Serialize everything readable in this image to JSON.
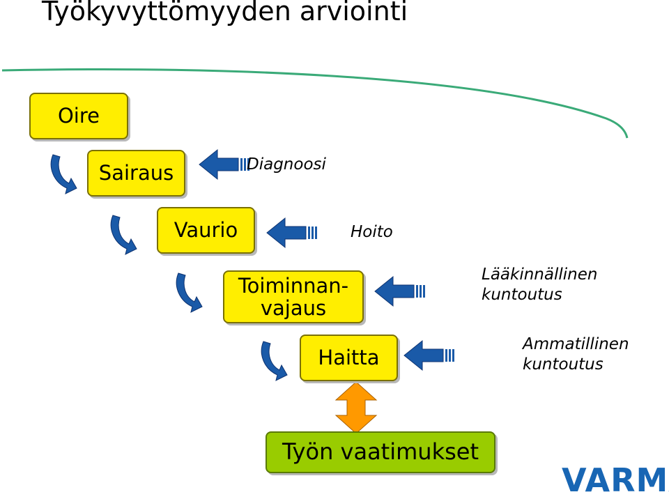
{
  "title": "Työkyvyttömyyden arviointi",
  "stages": {
    "oire": "Oire",
    "sairaus": "Sairaus",
    "vaurio": "Vaurio",
    "toiminnanvajaus_line1": "Toiminnan-",
    "toiminnanvajaus_line2": "vajaus",
    "haitta": "Haitta"
  },
  "work_demands": "Työn vaatimukset",
  "interventions": {
    "diagnoosi": "Diagnoosi",
    "hoito": "Hoito",
    "laakinnallinen_line1": "Lääkinnällinen",
    "laakinnallinen_line2": "kuntoutus",
    "ammatillinen_line1": "Ammatillinen",
    "ammatillinen_line2": "kuntoutus"
  },
  "logo": "VARMA",
  "colors": {
    "stage_box": "#ffee00",
    "work_box": "#99cc00",
    "arrow": "#1a5aa8",
    "double_arrow": "#ff9900",
    "curve": "#3aaa78"
  },
  "icons": [
    "curved-arrow-icon",
    "left-arrow-icon",
    "double-arrow-icon"
  ]
}
